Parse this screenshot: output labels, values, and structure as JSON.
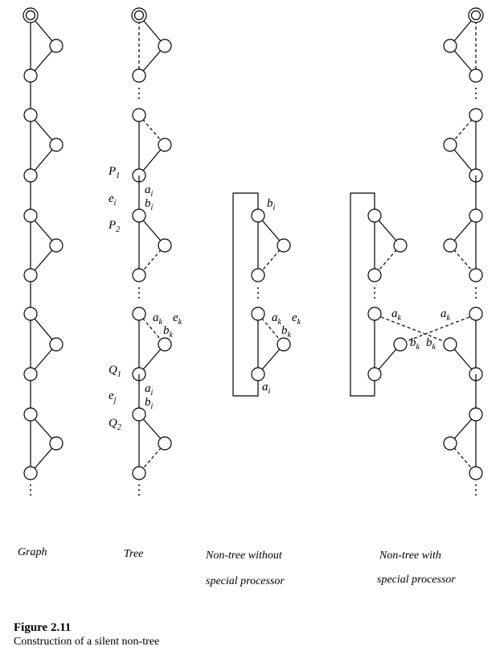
{
  "captions": {
    "graph": "Graph",
    "tree": "Tree",
    "nontree_without_1": "Non-tree without",
    "nontree_without_2": "special processor",
    "nontree_with_1": "Non-tree with",
    "nontree_with_2": "special processor"
  },
  "labels": {
    "P1": "P",
    "P1_sub": "1",
    "P2": "P",
    "P2_sub": "2",
    "Q1": "Q",
    "Q1_sub": "1",
    "Q2": "Q",
    "Q2_sub": "2",
    "ei": "e",
    "ei_sub": "i",
    "ej": "e",
    "ej_sub": "j",
    "ai": "a",
    "ai_sub": "i",
    "bi": "b",
    "bi_sub": "i",
    "ak": "a",
    "ak_sub": "k",
    "bk": "b",
    "bk_sub": "k",
    "ek": "e",
    "ek_sub": "k"
  },
  "figure": {
    "title": "Figure 2.11",
    "subtitle": "Construction of a silent non-tree"
  }
}
